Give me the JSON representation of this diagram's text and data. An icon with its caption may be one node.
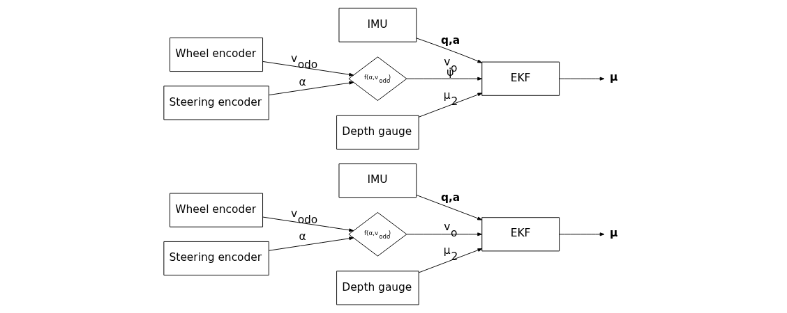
{
  "diagram": {
    "nodes": [
      {
        "text": [
          "IMU"
        ]
      },
      {
        "text": [
          "EKF"
        ]
      },
      {
        "text": [
          "μ"
        ]
      },
      {
        "text": [
          "Wheel encoder"
        ]
      },
      {
        "text": [
          "f(α,v$_{odo}$)"
        ]
      },
      {
        "text": [
          "Steering encoder"
        ]
      },
      {
        "text": [
          "Depth gauge"
        ]
      },
      {
        "text": [
          "IMU"
        ]
      },
      {
        "text": [
          "EKF"
        ]
      },
      {
        "text": [
          "μ"
        ]
      },
      {
        "text": [
          "Wheel encoder"
        ]
      },
      {
        "text": [
          "f(α,v$_{odo}$)"
        ]
      },
      {
        "text": [
          "Steering encoder"
        ]
      },
      {
        "text": [
          "Depth gauge"
        ]
      }
    ],
    "edges": [
      {
        "from": 0,
        "to": 1,
        "arrow": "to",
        "label": "q,a"
      },
      {
        "from": 1,
        "to": 2,
        "arrow": "to"
      },
      {
        "from": 3,
        "to": 4,
        "arrow": "to",
        "label": "v$_{odo}$"
      },
      {
        "from": 5,
        "to": 4,
        "arrow": "to",
        "label": "α"
      },
      {
        "from": 4,
        "to": 1,
        "arrow": "to",
        "label": "v$_{o}$"
      },
      {
        "from": 6,
        "to": 1,
        "arrow": "to",
        "label": "μ$_{2}$"
      },
      {
        "from": 7,
        "to": 8,
        "arrow": "to",
        "label": "q,a"
      },
      {
        "from": 8,
        "to": 9,
        "arrow": "to"
      },
      {
        "from": 10,
        "to": 11,
        "arrow": "to",
        "label": "v$_{odo}$"
      },
      {
        "from": 12,
        "to": 11,
        "arrow": "to",
        "label": "α"
      },
      {
        "from": 11,
        "to": 8,
        "arrow": "to",
        "label": "v$_{o}$ ψ̇"
      },
      {
        "from": 13,
        "to": 8,
        "arrow": "to",
        "label": "μ$_{2}$"
      }
    ]
  }
}
